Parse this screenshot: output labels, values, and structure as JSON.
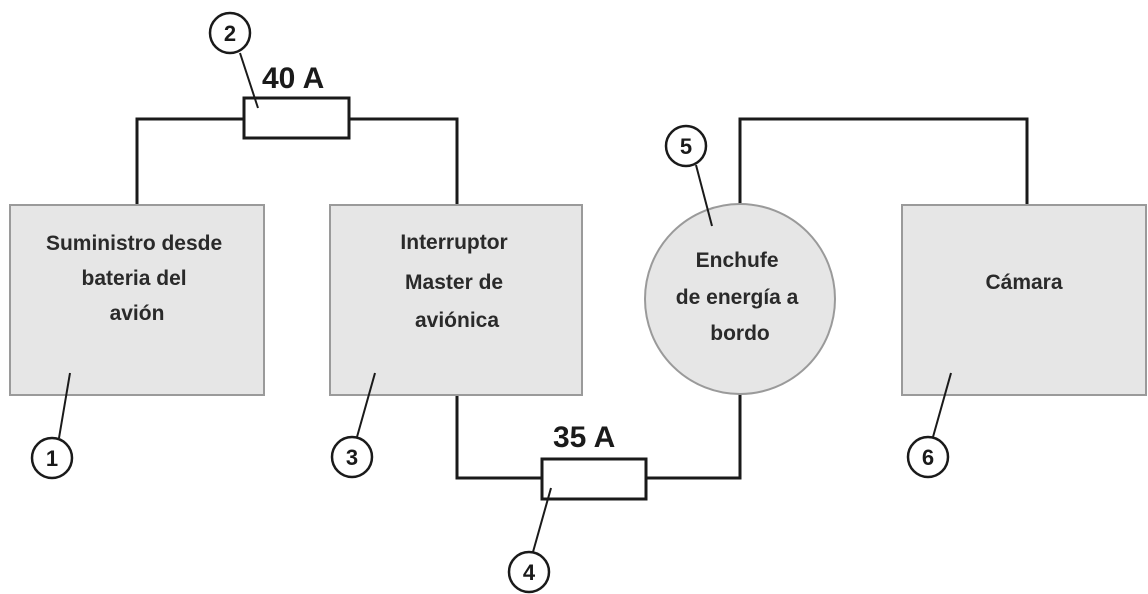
{
  "colors": {
    "box_fill": "#e6e6e6",
    "box_stroke": "#9a9a9a",
    "wire": "#1a1a1a"
  },
  "components": {
    "battery": {
      "lines": [
        "Suministro desde",
        "bateria del",
        "avión"
      ],
      "number": "1"
    },
    "master_switch": {
      "lines": [
        "Interruptor",
        "Master de",
        "aviónica"
      ],
      "number": "3"
    },
    "power_socket": {
      "lines": [
        "Enchufe",
        "de energía a",
        "bordo"
      ],
      "number": "5"
    },
    "camera": {
      "lines": [
        "Cámara"
      ],
      "number": "6"
    }
  },
  "fuses": {
    "fuse_top": {
      "label": "40 A",
      "number": "2"
    },
    "fuse_bottom": {
      "label": "35 A",
      "number": "4"
    }
  }
}
